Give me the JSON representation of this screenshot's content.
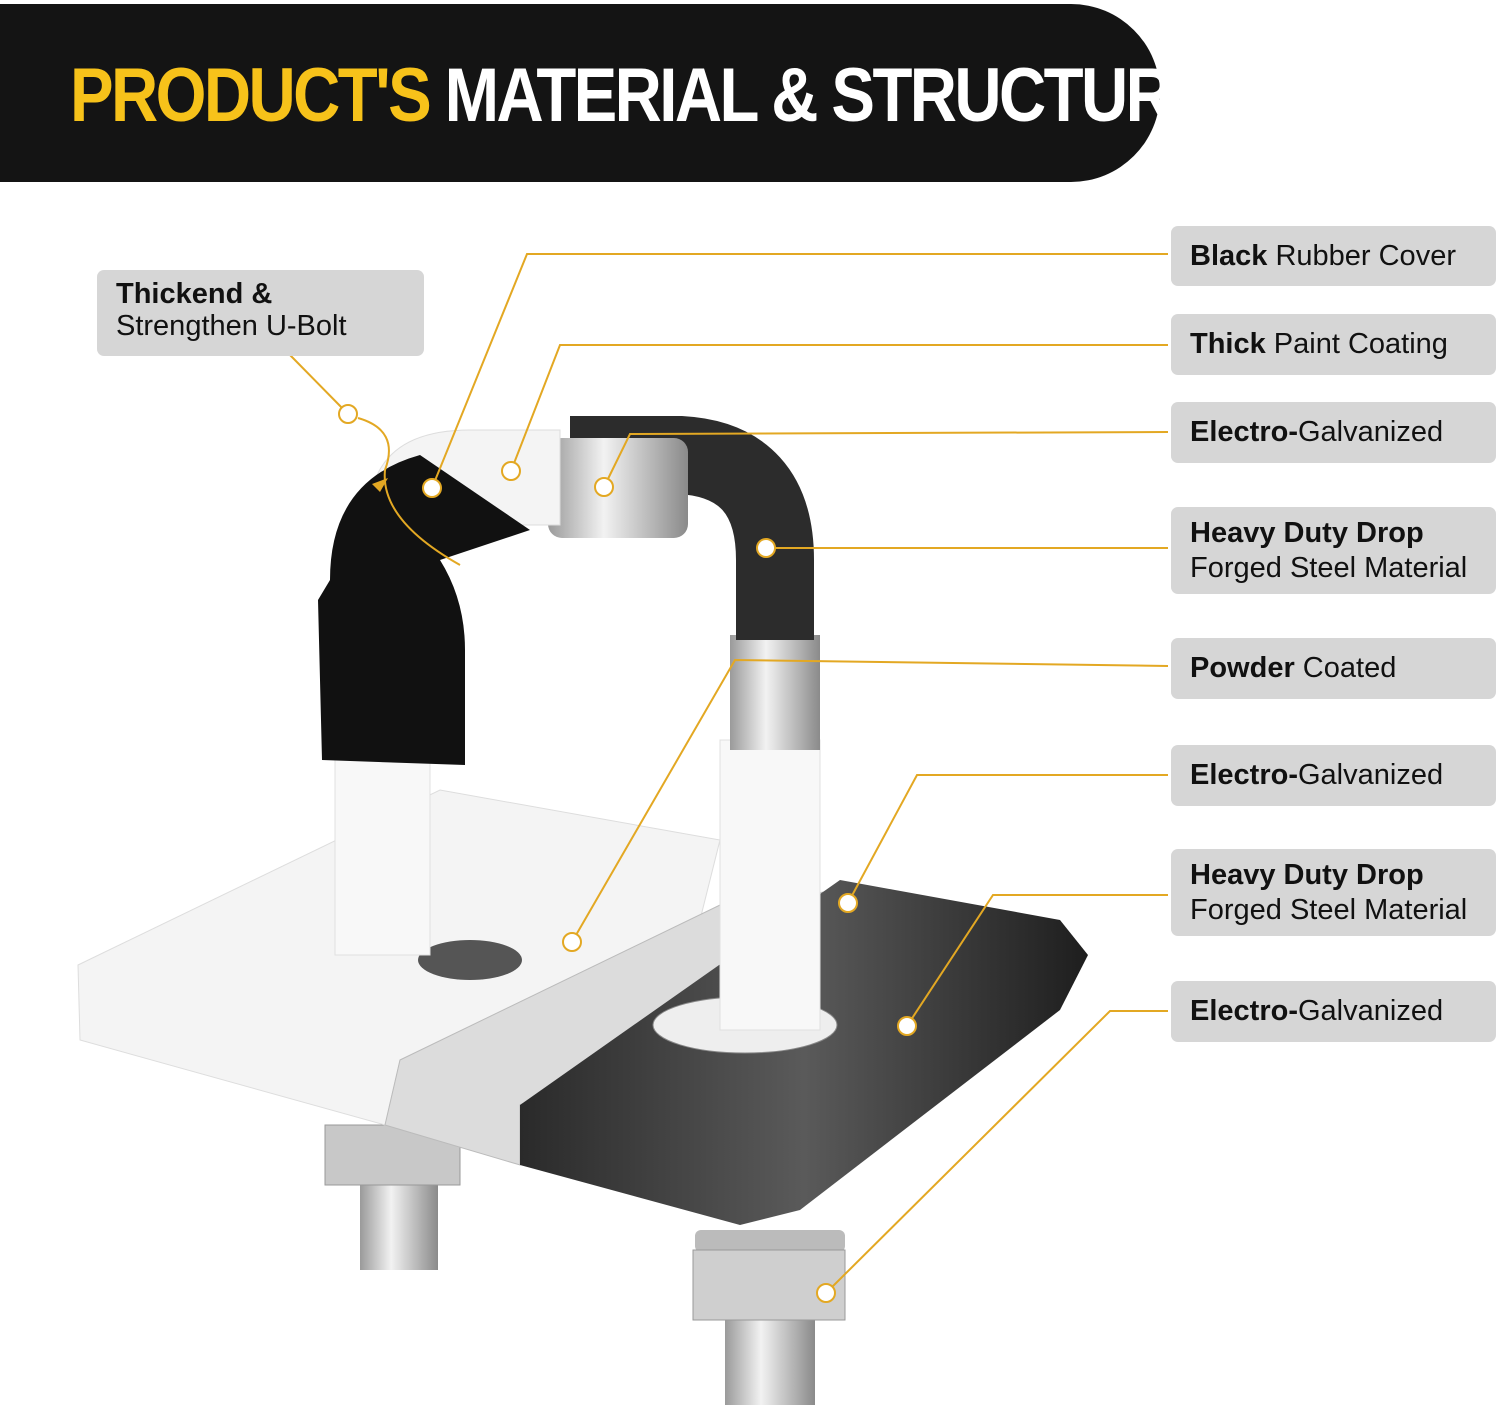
{
  "title": {
    "highlight": "PRODUCT'S",
    "rest": "MATERIAL & STRUCTURE"
  },
  "colors": {
    "accent": "#f7c21a",
    "banner": "#141414",
    "label_bg": "#d6d6d6",
    "leader": "#e3a823"
  },
  "ubolt_label": {
    "bold": "Thickend &",
    "normal": "Strengthen U-Bolt"
  },
  "labels": [
    {
      "bold": "Black",
      "normal": " Rubber Cover"
    },
    {
      "bold": "Thick",
      "normal": " Paint Coating"
    },
    {
      "bold": "Electro-",
      "normal": "Galvanized"
    },
    {
      "bold": "Heavy Duty Drop",
      "normal": "Forged Steel Material"
    },
    {
      "bold": "Powder",
      "normal": " Coated"
    },
    {
      "bold": "Electro-",
      "normal": "Galvanized"
    },
    {
      "bold": "Heavy Duty Drop",
      "normal": "Forged Steel Material"
    },
    {
      "bold": "Electro-",
      "normal": "Galvanized"
    }
  ]
}
